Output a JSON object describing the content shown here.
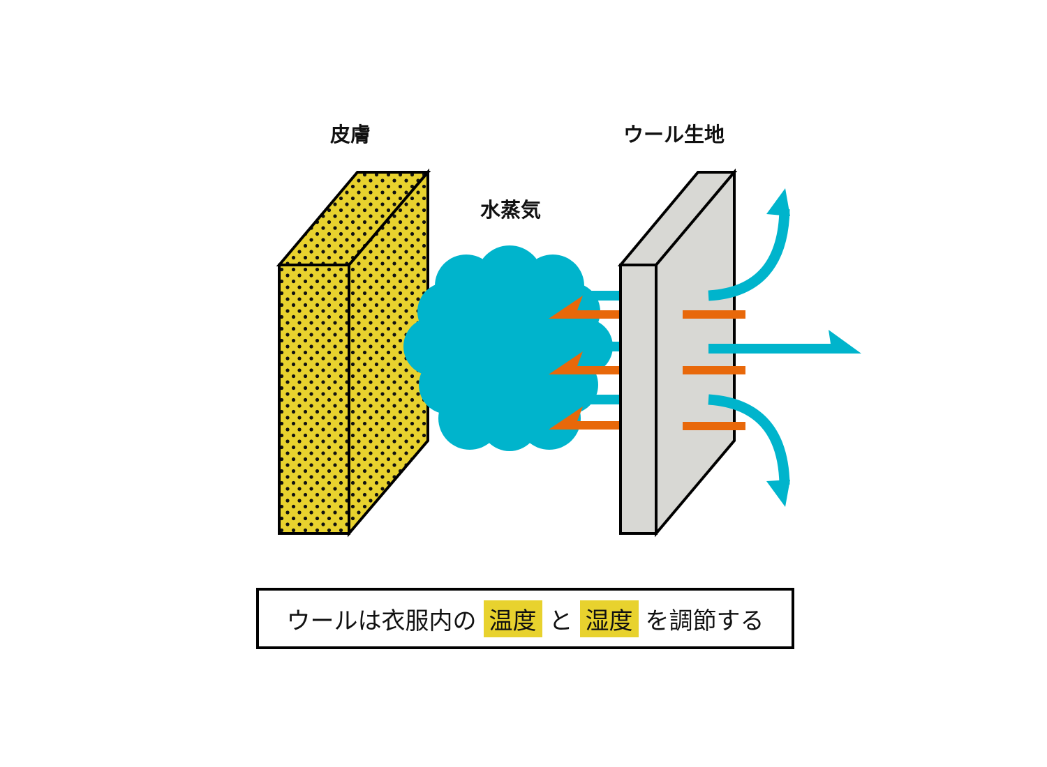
{
  "labels": {
    "skin": "皮膚",
    "vapor": "水蒸気",
    "wool": "ウール生地"
  },
  "caption": {
    "part1": "ウールは衣服内の",
    "highlight1": "温度",
    "part2": "と",
    "highlight2": "湿度",
    "part3": "を調節する"
  },
  "colors": {
    "skin": "#e8d22e",
    "wool": "#d8d8d4",
    "vapor": "#00b4cc",
    "heat": "#e8680a",
    "highlight": "#e8d22e"
  }
}
